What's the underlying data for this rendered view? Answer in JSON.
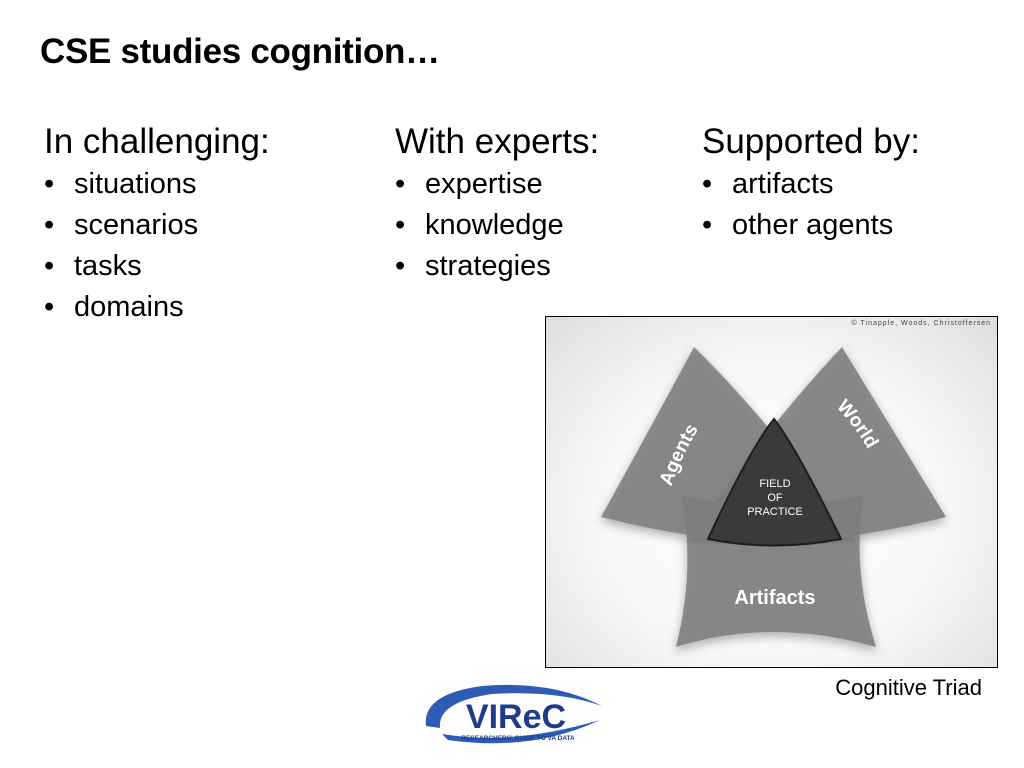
{
  "slide": {
    "title": "CSE studies cognition…"
  },
  "columns": [
    {
      "heading": "In challenging:",
      "items": [
        "situations",
        "scenarios",
        "tasks",
        "domains"
      ]
    },
    {
      "heading": "With experts:",
      "items": [
        "expertise",
        "knowledge",
        "strategies"
      ]
    },
    {
      "heading": "Supported by:",
      "items": [
        "artifacts",
        "other agents"
      ]
    }
  ],
  "bullet_char": "•",
  "figure": {
    "credit": "© Tinapple, Woods, Christoffersen",
    "petals": {
      "agents": "Agents",
      "world": "World",
      "artifacts": "Artifacts"
    },
    "center": [
      "FIELD",
      "OF",
      "PRACTICE"
    ],
    "colors": {
      "petal": "#7d7d7d",
      "overlap": "#5e5e5e",
      "center": "#3a3a3a",
      "text": "#ffffff"
    }
  },
  "caption": "Cognitive Triad",
  "logo": {
    "name": "VIReC",
    "tagline": "RESEARCHERS' GUIDE TO VA DATA",
    "colors": {
      "primary": "#1f3c8c",
      "swoosh": "#2d5bb5"
    }
  }
}
